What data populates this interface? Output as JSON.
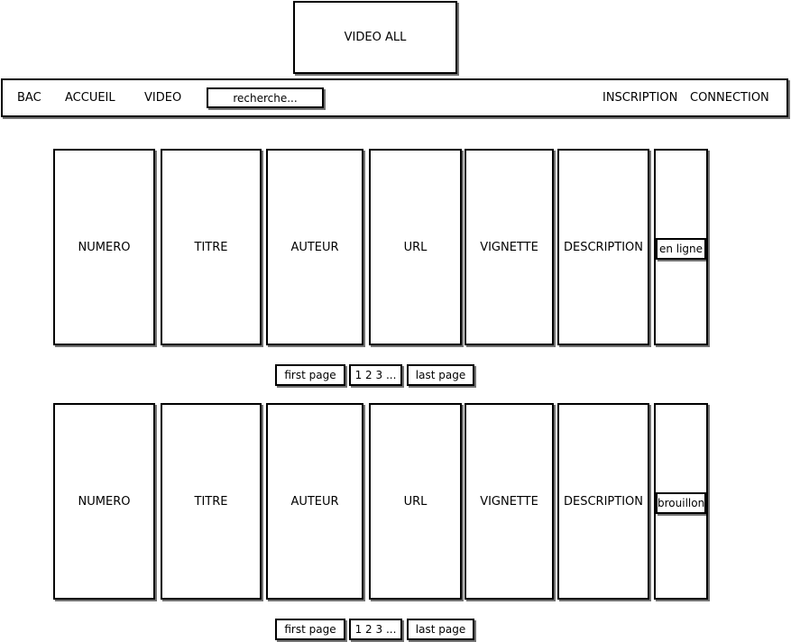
{
  "header": {
    "title": "VIDEO ALL"
  },
  "nav": {
    "bac": "BAC",
    "accueil": "ACCUEIL",
    "video": "VIDEO",
    "search_placeholder": "recherche...",
    "inscription": "INSCRIPTION",
    "connection": "CONNECTION"
  },
  "tables": [
    {
      "columns": [
        "NUMERO",
        "TITRE",
        "AUTEUR",
        "URL",
        "VIGNETTE",
        "DESCRIPTION"
      ],
      "status": "en ligne",
      "pagination": {
        "first": "first page",
        "pages": "1 2 3 ...",
        "last": "last page"
      }
    },
    {
      "columns": [
        "NUMERO",
        "TITRE",
        "AUTEUR",
        "URL",
        "VIGNETTE",
        "DESCRIPTION"
      ],
      "status": "brouillon",
      "pagination": {
        "first": "first page",
        "pages": "1 2 3 ...",
        "last": "last page"
      }
    }
  ]
}
